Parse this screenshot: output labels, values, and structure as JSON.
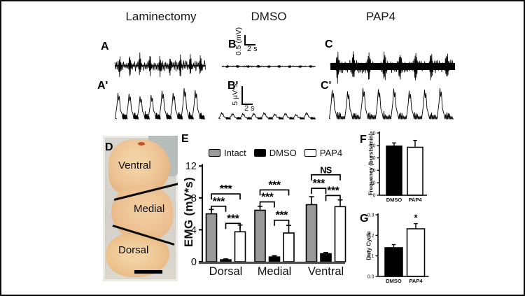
{
  "figure": {
    "columns": [
      "Laminectomy",
      "DMSO",
      "PAP4"
    ]
  },
  "traces": [
    {
      "id": "a",
      "label": "A",
      "kind": "raw-emg",
      "bursts": 9
    },
    {
      "id": "a-int",
      "label": "A'",
      "kind": "integrated-emg",
      "peaks": 8
    },
    {
      "id": "b",
      "label": "B",
      "kind": "raw-emg",
      "bursts": 9
    },
    {
      "id": "b-int",
      "label": "B'",
      "kind": "integrated-emg",
      "peaks": 9
    },
    {
      "id": "c",
      "label": "C",
      "kind": "raw-emg",
      "bursts": 8
    },
    {
      "id": "c-int",
      "label": "C'",
      "kind": "integrated-emg",
      "peaks": 8
    }
  ],
  "scale_bars": {
    "top": {
      "v_label": "0.5 (mV)",
      "h_label": "2 s"
    },
    "bottom": {
      "v_label": "5 µV*s",
      "h_label": "2 s"
    }
  },
  "tissue_panel": {
    "label": "D",
    "regions": [
      "Ventral",
      "Medial",
      "Dorsal"
    ]
  },
  "colors": {
    "intact_gray": "#9a9a9a",
    "dmso_black": "#000000",
    "pap4_white": "#ffffff",
    "baseline_gray": "#4d4d4d",
    "tissue_orange": "#eab886"
  },
  "chart_data": [
    {
      "id": "emg",
      "panel_label": "E",
      "type": "bar",
      "ylabel": "EMG (mV*s)",
      "ylim": [
        0,
        12
      ],
      "yticks": [
        0,
        4,
        8,
        12
      ],
      "categories": [
        "Dorsal",
        "Medial",
        "Ventral"
      ],
      "legend_position": "top",
      "series": [
        {
          "name": "Intact",
          "color": "#9a9a9a",
          "values": [
            6.0,
            6.45,
            7.15
          ],
          "errors": [
            0.55,
            0.5,
            1.0
          ]
        },
        {
          "name": "DMSO",
          "color": "#000000",
          "values": [
            0.25,
            0.6,
            1.0
          ],
          "errors": [
            0.1,
            0.15,
            0.15
          ]
        },
        {
          "name": "PAP4",
          "color": "#ffffff",
          "values": [
            3.75,
            3.6,
            6.9
          ],
          "errors": [
            0.85,
            0.95,
            0.85
          ]
        }
      ],
      "significance": [
        {
          "category": 0,
          "from": 0,
          "to": 1,
          "label": "***",
          "y": 6.95
        },
        {
          "category": 0,
          "from": 0,
          "to": 2,
          "label": "***",
          "y": 8.5
        },
        {
          "category": 0,
          "from": 1,
          "to": 2,
          "label": "***",
          "y": 4.8
        },
        {
          "category": 1,
          "from": 0,
          "to": 1,
          "label": "***",
          "y": 7.5
        },
        {
          "category": 1,
          "from": 0,
          "to": 2,
          "label": "***",
          "y": 9.0
        },
        {
          "category": 1,
          "from": 1,
          "to": 2,
          "label": "***",
          "y": 5.2
        },
        {
          "category": 2,
          "from": 0,
          "to": 1,
          "label": "***",
          "y": 9.2
        },
        {
          "category": 2,
          "from": 0,
          "to": 2,
          "label": "NS",
          "y": 10.9
        },
        {
          "category": 2,
          "from": 1,
          "to": 2,
          "label": "***",
          "y": 8.3
        }
      ]
    },
    {
      "id": "frequency",
      "panel_label": "F",
      "type": "bar",
      "ylabel": "Frequency (bursts/min)",
      "ylim": [
        0,
        50
      ],
      "yticks": [
        "0",
        "10",
        "20",
        "30",
        "40",
        "50"
      ],
      "categories": [
        "DMSO",
        "PAP4"
      ],
      "values": [
        39.5,
        38.5
      ],
      "errors": [
        2.5,
        5.5
      ],
      "bar_colors": [
        "#000000",
        "#ffffff"
      ],
      "annotations": []
    },
    {
      "id": "duty-cycle",
      "panel_label": "G",
      "type": "bar",
      "ylabel": "Duty Cycle",
      "ylim": [
        0,
        0.3
      ],
      "yticks": [
        "0.0",
        "0.1",
        "0.2",
        "0.3"
      ],
      "categories": [
        "DMSO",
        "PAP4"
      ],
      "values": [
        0.14,
        0.232
      ],
      "errors": [
        0.015,
        0.025
      ],
      "bar_colors": [
        "#000000",
        "#ffffff"
      ],
      "annotations": [
        {
          "category": 1,
          "label": "*"
        }
      ]
    }
  ]
}
